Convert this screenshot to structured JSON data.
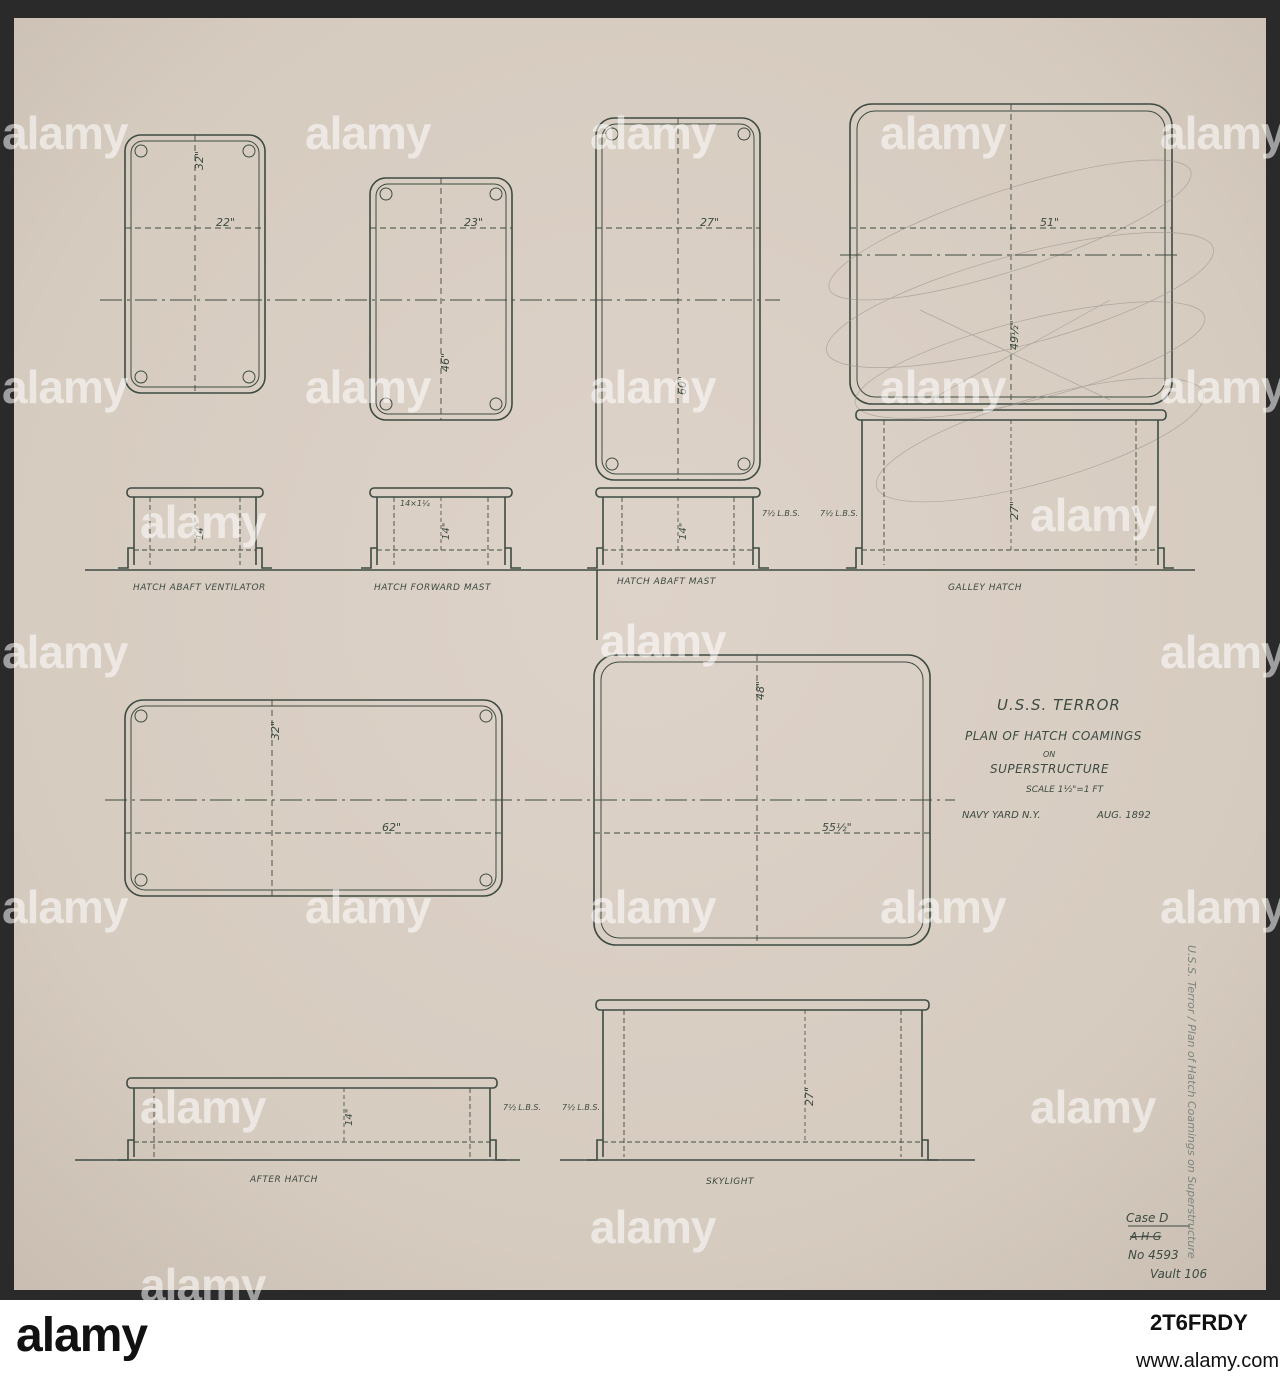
{
  "drawing": {
    "title": "U.S.S. TERROR",
    "subtitle1": "PLAN OF HATCH COAMINGS",
    "subtitle2": "ON",
    "subtitle3": "SUPERSTRUCTURE",
    "scale": "SCALE 1½\"=1 FT",
    "yard": "NAVY YARD N.Y.",
    "date": "AUG. 1892",
    "case": "Case D",
    "struck": "A H G",
    "number": "No 4593",
    "vault": "Vault 106",
    "side_note": "U.S.S. Terror / Plan of Hatch Coamings on Superstructure"
  },
  "hatches": {
    "h1": {
      "label": "HATCH ABAFT VENTILATOR",
      "dim_w": "22\"",
      "dim_h": "32\"",
      "elev_h": "14\""
    },
    "h2": {
      "label": "HATCH FORWARD MAST",
      "dim_w": "23\"",
      "dim_h": "46\"",
      "elev_h": "14\"",
      "elev_note": "14×1¼"
    },
    "h3": {
      "label": "HATCH ABAFT MAST",
      "dim_w": "27\"",
      "dim_h": "60\"",
      "elev_h": "14\"",
      "elev_note": "7½ L.B.S."
    },
    "h4": {
      "label": "GALLEY HATCH",
      "dim_w": "51\"",
      "dim_h": "49½\"",
      "elev_h": "27\"",
      "elev_note": "7½ L.B.S."
    },
    "h5": {
      "label": "AFTER HATCH",
      "dim_w": "62\"",
      "dim_h": "32\"",
      "elev_h": "14\"",
      "elev_note": "7½ L.B.S."
    },
    "h6": {
      "label": "SKYLIGHT",
      "dim_w": "55½\"",
      "dim_h": "48\"",
      "elev_h": "27\"",
      "elev_note": "7½ L.B.S."
    }
  },
  "watermarks": [
    "alamy",
    "alamy",
    "alamy",
    "alamy",
    "alamy",
    "alamy",
    "alamy",
    "alamy",
    "alamy",
    "alamy",
    "alamy",
    "alamy",
    "alamy",
    "alamy",
    "alamy",
    "alamy",
    "alamy",
    "alamy",
    "alamy",
    "alamy",
    "alamy",
    "alamy",
    "alamy",
    "alamy"
  ],
  "footer": {
    "logo": "alamy",
    "image_id": "2T6FRDY",
    "url": "www.alamy.com"
  },
  "colors": {
    "paper": "#d9cec3",
    "ink": "#3d4b42",
    "sheet_border": "#2e2e2e"
  }
}
